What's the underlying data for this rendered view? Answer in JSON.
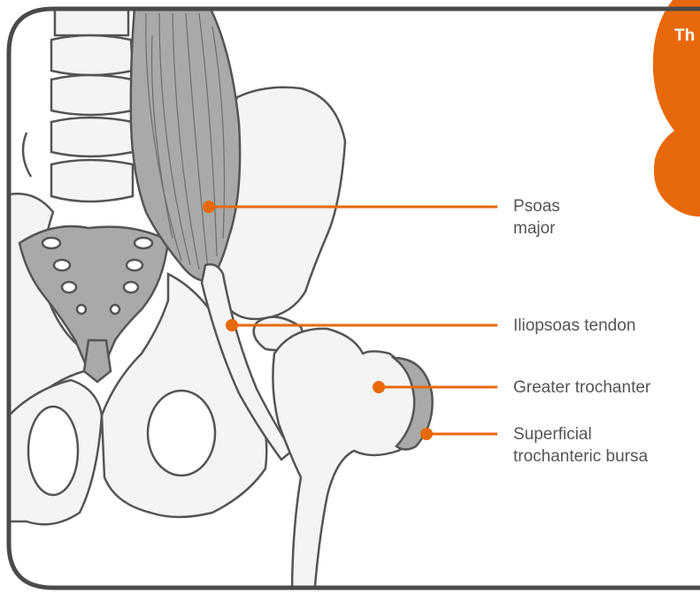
{
  "callout": {
    "text": "Th",
    "color": "#e8690c"
  },
  "colors": {
    "leader": "#e8690c",
    "bone_fill": "#f4f4f4",
    "bone_stroke": "#555555",
    "muscle_fill": "#a9a9a9",
    "frame": "#4a4a4a",
    "label_text": "#555555"
  },
  "labels": {
    "psoas_major": {
      "line1": "Psoas",
      "line2": "major"
    },
    "iliopsoas_tendon": "Iliopsoas tendon",
    "greater_trochanter": "Greater trochanter",
    "superficial_bursa": {
      "line1": "Superficial",
      "line2": "trochanteric bursa"
    }
  }
}
